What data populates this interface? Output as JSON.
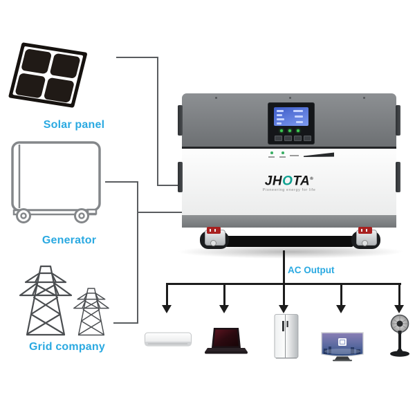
{
  "page": {
    "background": "#ffffff"
  },
  "colors": {
    "label_blue": "#2aa9e1",
    "connector_gray": "#595c5f",
    "output_black": "#1c1c1c",
    "brand_teal": "#0fa191",
    "unit_top_gray": "#7d8083",
    "display_blue": "#4d6cd4",
    "led_green": "#3ecb52",
    "caster_red": "#a8201f"
  },
  "sources": {
    "solar": {
      "label": "Solar panel",
      "icon": "solar-panel-icon"
    },
    "generator": {
      "label": "Generator",
      "icon": "generator-icon"
    },
    "grid": {
      "label": "Grid company",
      "icon": "transmission-towers-icon"
    }
  },
  "unit": {
    "brand": {
      "jh": "JH",
      "o": "O",
      "ta": "TA",
      "reg": "®"
    },
    "tagline": "Pioneering energy for life",
    "features": [
      "lcd-display",
      "status-leds",
      "control-buttons",
      "side-handles",
      "casters"
    ]
  },
  "output": {
    "label": "AC Output",
    "appliances": [
      {
        "icon": "air-conditioner-icon"
      },
      {
        "icon": "laptop-icon"
      },
      {
        "icon": "refrigerator-icon"
      },
      {
        "icon": "television-icon"
      },
      {
        "icon": "standing-fan-icon"
      }
    ]
  }
}
